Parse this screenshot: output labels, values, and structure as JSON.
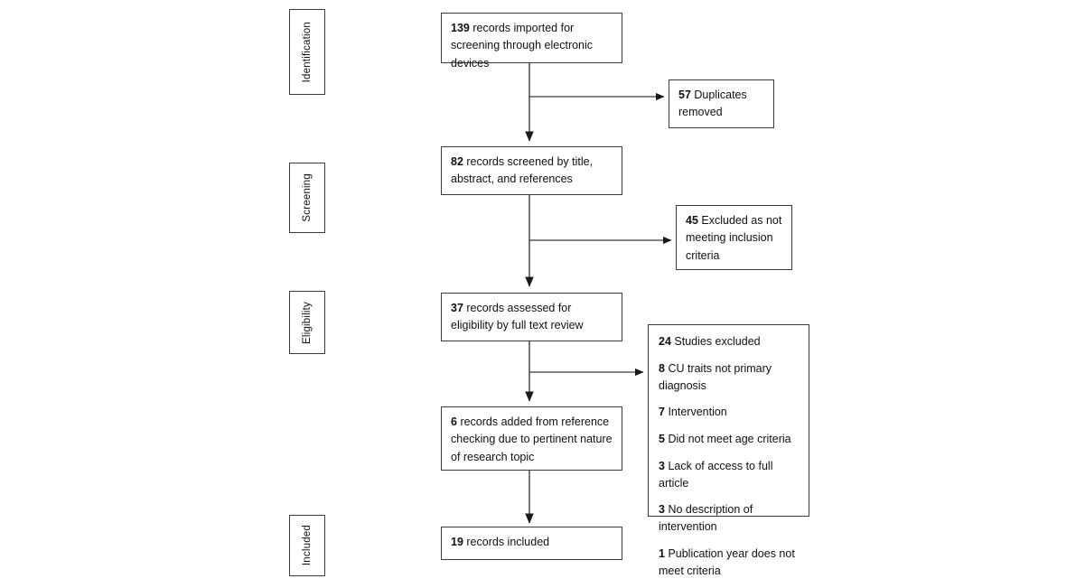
{
  "diagram": {
    "title": "PRISMA study selection flow diagram",
    "line_color": "#3b3b3b",
    "text_color": "#111111"
  },
  "stages": [
    {
      "label": "Identification"
    },
    {
      "label": "Screening"
    },
    {
      "label": "Eligibility"
    },
    {
      "label": "Included"
    }
  ],
  "nodes": {
    "imported": {
      "count": "139",
      "text": "records imported for screening through electronic devices"
    },
    "duplicates": {
      "count": "57",
      "text": "Duplicates removed"
    },
    "screened": {
      "count": "82",
      "text": "records screened by title, abstract, and references"
    },
    "excluded_screening": {
      "count": "45",
      "text": "Excluded as not meeting inclusion criteria"
    },
    "assessed": {
      "count": "37",
      "text": "records assessed for eligibility by full text review"
    },
    "added_reference": {
      "count": "6",
      "text": "records added from reference checking due to pertinent nature of research topic"
    },
    "included": {
      "count": "19",
      "text": "records included"
    }
  },
  "exclusions": {
    "items": [
      {
        "count": "24",
        "text": "Studies excluded"
      },
      {
        "count": "8",
        "text": "CU traits not primary diagnosis"
      },
      {
        "count": "7",
        "text": "Intervention"
      },
      {
        "count": "5",
        "text": "Did not meet age criteria"
      },
      {
        "count": "3",
        "text": "Lack of access to full article"
      },
      {
        "count": "3",
        "text": "No description of intervention"
      },
      {
        "count": "1",
        "text": "Publication year does not meet criteria"
      }
    ]
  }
}
